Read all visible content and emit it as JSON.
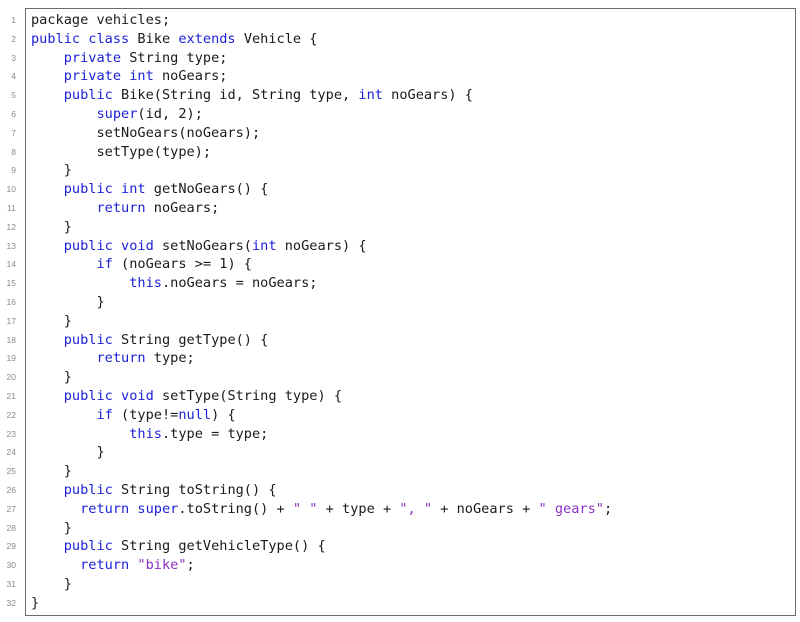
{
  "lines": [
    {
      "n": "1",
      "seg": [
        {
          "t": "package vehicles;",
          "c": "plain"
        }
      ]
    },
    {
      "n": "2",
      "seg": [
        {
          "t": "public class ",
          "c": "kw"
        },
        {
          "t": "Bike ",
          "c": "plain"
        },
        {
          "t": "extends ",
          "c": "kw"
        },
        {
          "t": "Vehicle {",
          "c": "plain"
        }
      ]
    },
    {
      "n": "3",
      "seg": [
        {
          "t": "    ",
          "c": "plain"
        },
        {
          "t": "private ",
          "c": "kw"
        },
        {
          "t": "String type;",
          "c": "plain"
        }
      ]
    },
    {
      "n": "4",
      "seg": [
        {
          "t": "    ",
          "c": "plain"
        },
        {
          "t": "private int ",
          "c": "kw"
        },
        {
          "t": "noGears;",
          "c": "plain"
        }
      ]
    },
    {
      "n": "5",
      "seg": [
        {
          "t": "    ",
          "c": "plain"
        },
        {
          "t": "public ",
          "c": "kw"
        },
        {
          "t": "Bike(String id, String type, ",
          "c": "plain"
        },
        {
          "t": "int ",
          "c": "kw"
        },
        {
          "t": "noGears) {",
          "c": "plain"
        }
      ]
    },
    {
      "n": "6",
      "seg": [
        {
          "t": "        ",
          "c": "plain"
        },
        {
          "t": "super",
          "c": "kw"
        },
        {
          "t": "(id, 2);",
          "c": "plain"
        }
      ]
    },
    {
      "n": "7",
      "seg": [
        {
          "t": "        setNoGears(noGears);",
          "c": "plain"
        }
      ]
    },
    {
      "n": "8",
      "seg": [
        {
          "t": "        setType(type);",
          "c": "plain"
        }
      ]
    },
    {
      "n": "9",
      "seg": [
        {
          "t": "    }",
          "c": "plain"
        }
      ]
    },
    {
      "n": "10",
      "seg": [
        {
          "t": "    ",
          "c": "plain"
        },
        {
          "t": "public int ",
          "c": "kw"
        },
        {
          "t": "getNoGears() {",
          "c": "plain"
        }
      ]
    },
    {
      "n": "11",
      "seg": [
        {
          "t": "        ",
          "c": "plain"
        },
        {
          "t": "return ",
          "c": "kw"
        },
        {
          "t": "noGears;",
          "c": "plain"
        }
      ]
    },
    {
      "n": "12",
      "seg": [
        {
          "t": "    }",
          "c": "plain"
        }
      ]
    },
    {
      "n": "13",
      "seg": [
        {
          "t": "    ",
          "c": "plain"
        },
        {
          "t": "public void ",
          "c": "kw"
        },
        {
          "t": "setNoGears(",
          "c": "plain"
        },
        {
          "t": "int ",
          "c": "kw"
        },
        {
          "t": "noGears) {",
          "c": "plain"
        }
      ]
    },
    {
      "n": "14",
      "seg": [
        {
          "t": "        ",
          "c": "plain"
        },
        {
          "t": "if ",
          "c": "kw"
        },
        {
          "t": "(noGears >= 1) {",
          "c": "plain"
        }
      ]
    },
    {
      "n": "15",
      "seg": [
        {
          "t": "            ",
          "c": "plain"
        },
        {
          "t": "this",
          "c": "kw"
        },
        {
          "t": ".noGears = noGears;",
          "c": "plain"
        }
      ]
    },
    {
      "n": "16",
      "seg": [
        {
          "t": "        }",
          "c": "plain"
        }
      ]
    },
    {
      "n": "17",
      "seg": [
        {
          "t": "    }",
          "c": "plain"
        }
      ]
    },
    {
      "n": "18",
      "seg": [
        {
          "t": "    ",
          "c": "plain"
        },
        {
          "t": "public ",
          "c": "kw"
        },
        {
          "t": "String getType() {",
          "c": "plain"
        }
      ]
    },
    {
      "n": "19",
      "seg": [
        {
          "t": "        ",
          "c": "plain"
        },
        {
          "t": "return ",
          "c": "kw"
        },
        {
          "t": "type;",
          "c": "plain"
        }
      ]
    },
    {
      "n": "20",
      "seg": [
        {
          "t": "    }",
          "c": "plain"
        }
      ]
    },
    {
      "n": "21",
      "seg": [
        {
          "t": "    ",
          "c": "plain"
        },
        {
          "t": "public void ",
          "c": "kw"
        },
        {
          "t": "setType(String type) {",
          "c": "plain"
        }
      ]
    },
    {
      "n": "22",
      "seg": [
        {
          "t": "        ",
          "c": "plain"
        },
        {
          "t": "if ",
          "c": "kw"
        },
        {
          "t": "(type!=",
          "c": "plain"
        },
        {
          "t": "null",
          "c": "kw"
        },
        {
          "t": ") {",
          "c": "plain"
        }
      ]
    },
    {
      "n": "23",
      "seg": [
        {
          "t": "            ",
          "c": "plain"
        },
        {
          "t": "this",
          "c": "kw"
        },
        {
          "t": ".type = type;",
          "c": "plain"
        }
      ]
    },
    {
      "n": "24",
      "seg": [
        {
          "t": "        }",
          "c": "plain"
        }
      ]
    },
    {
      "n": "25",
      "seg": [
        {
          "t": "    }",
          "c": "plain"
        }
      ]
    },
    {
      "n": "26",
      "seg": [
        {
          "t": "    ",
          "c": "plain"
        },
        {
          "t": "public ",
          "c": "kw"
        },
        {
          "t": "String toString() {",
          "c": "plain"
        }
      ]
    },
    {
      "n": "27",
      "seg": [
        {
          "t": "      ",
          "c": "plain"
        },
        {
          "t": "return super",
          "c": "kw"
        },
        {
          "t": ".toString() + ",
          "c": "plain"
        },
        {
          "t": "\" \"",
          "c": "str"
        },
        {
          "t": " + type + ",
          "c": "plain"
        },
        {
          "t": "\", \"",
          "c": "str"
        },
        {
          "t": " + noGears + ",
          "c": "plain"
        },
        {
          "t": "\" gears\"",
          "c": "str"
        },
        {
          "t": ";",
          "c": "plain"
        }
      ]
    },
    {
      "n": "28",
      "seg": [
        {
          "t": "    }",
          "c": "plain"
        }
      ]
    },
    {
      "n": "29",
      "seg": [
        {
          "t": "    ",
          "c": "plain"
        },
        {
          "t": "public ",
          "c": "kw"
        },
        {
          "t": "String getVehicleType() {",
          "c": "plain"
        }
      ]
    },
    {
      "n": "30",
      "seg": [
        {
          "t": "      ",
          "c": "plain"
        },
        {
          "t": "return ",
          "c": "kw"
        },
        {
          "t": "\"bike\"",
          "c": "str"
        },
        {
          "t": ";",
          "c": "plain"
        }
      ]
    },
    {
      "n": "31",
      "seg": [
        {
          "t": "    }",
          "c": "plain"
        }
      ]
    },
    {
      "n": "32",
      "seg": [
        {
          "t": "}",
          "c": "plain"
        }
      ]
    }
  ],
  "colors": {
    "keyword": "#1c22d8",
    "string": "#8b2fc0",
    "text": "#1a1a1a",
    "line_number": "#8a8a8a"
  }
}
